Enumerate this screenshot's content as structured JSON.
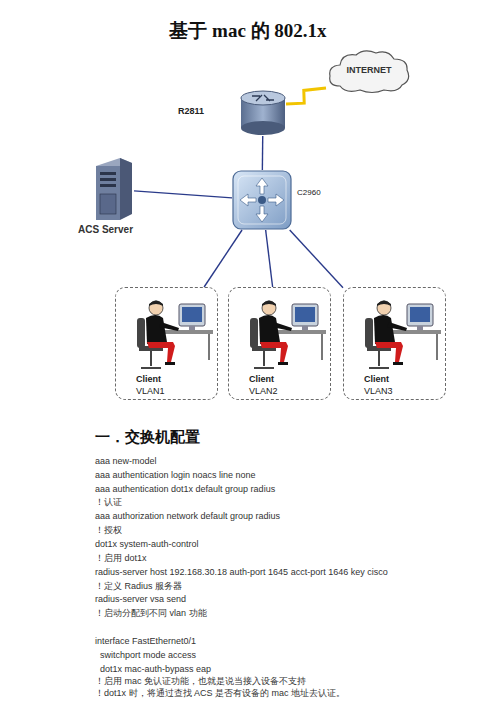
{
  "diagram": {
    "title": "基于 mac 的 802.1x",
    "nodes": [
      {
        "text": [
          "INTERNET"
        ]
      },
      {
        "text": [
          "R2811"
        ]
      },
      {
        "text": [
          "C2960"
        ]
      },
      {
        "text": [
          "ACS Server"
        ]
      },
      {
        "text": [
          "Client",
          "VLAN1"
        ]
      },
      {
        "text": [
          "Client",
          "VLAN2"
        ]
      },
      {
        "text": [
          "Client",
          "VLAN3"
        ]
      }
    ],
    "edges": [
      {
        "from": 1,
        "to": 0,
        "arrow": "none"
      },
      {
        "from": 2,
        "to": 1,
        "arrow": "none"
      },
      {
        "from": 2,
        "to": 3,
        "arrow": "none"
      },
      {
        "from": 2,
        "to": 4,
        "arrow": "none"
      },
      {
        "from": 2,
        "to": 5,
        "arrow": "none"
      },
      {
        "from": 2,
        "to": 6,
        "arrow": "none"
      }
    ],
    "labels": [
      "一．交换机配置",
      "aaa new-model",
      "aaa authentication login noacs line none",
      "aaa authentication dot1x default group radius",
      "！认证",
      "aaa authorization network default group radius",
      "！授权",
      "dot1x system-auth-control",
      "！启用 dot1x",
      "radius-server host 192.168.30.18 auth-port 1645 acct-port 1646 key cisco",
      "！定义 Radius 服务器",
      "radius-server vsa send",
      "！启动分配到不同 vlan 功能",
      "interface FastEthernet0/1",
      "switchport mode access",
      "dot1x mac-auth-bypass eap",
      "！启用 mac 免认证功能，也就是说当接入设备不支持",
      "！dot1x 时，将通过查找 ACS 是否有设备的 mac 地址去认证。"
    ]
  }
}
